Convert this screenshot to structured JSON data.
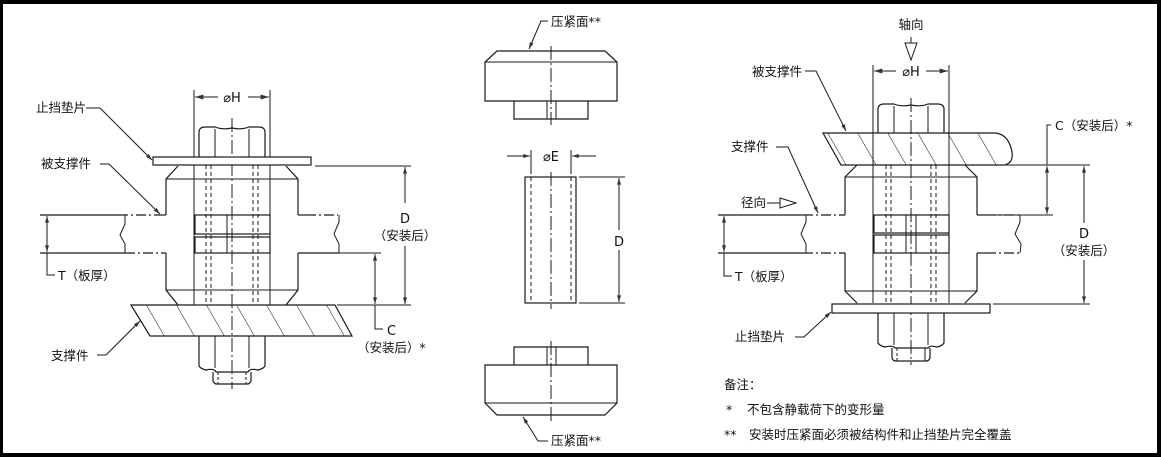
{
  "title": "Fastener sleeve installation diagram",
  "colors": {
    "frame": "#000000",
    "line": "#1a1a1a",
    "background": "#ffffff",
    "centerline": "#222222"
  },
  "left_view": {
    "labels": {
      "stop_washer": "止挡垫片",
      "supported_member": "被支撑件",
      "thickness": "T（板厚）",
      "support_member": "支撑件"
    },
    "dims": {
      "diameter_h": "⌀H",
      "d": "D",
      "d_note": "（安装后）",
      "c": "C",
      "c_note": "（安装后）*"
    }
  },
  "middle_view": {
    "labels": {
      "clamp_face_top": "压紧面**",
      "clamp_face_bottom": "压紧面**"
    },
    "dims": {
      "diameter_e": "⌀E",
      "d": "D"
    }
  },
  "right_view": {
    "labels": {
      "axial": "轴向",
      "supported_member": "被支撑件",
      "support_member": "支撑件",
      "radial": "径向",
      "thickness": "T（板厚）",
      "stop_washer": "止挡垫片"
    },
    "dims": {
      "diameter_h": "⌀H",
      "c_full": "C（安装后）*",
      "d": "D",
      "d_note": "（安装后）"
    }
  },
  "notes": {
    "heading": "备注：",
    "items": [
      {
        "marker": "*",
        "text": "不包含静载荷下的变形量"
      },
      {
        "marker": "**",
        "text": "安装时压紧面必须被结构件和止挡垫片完全覆盖"
      }
    ]
  }
}
